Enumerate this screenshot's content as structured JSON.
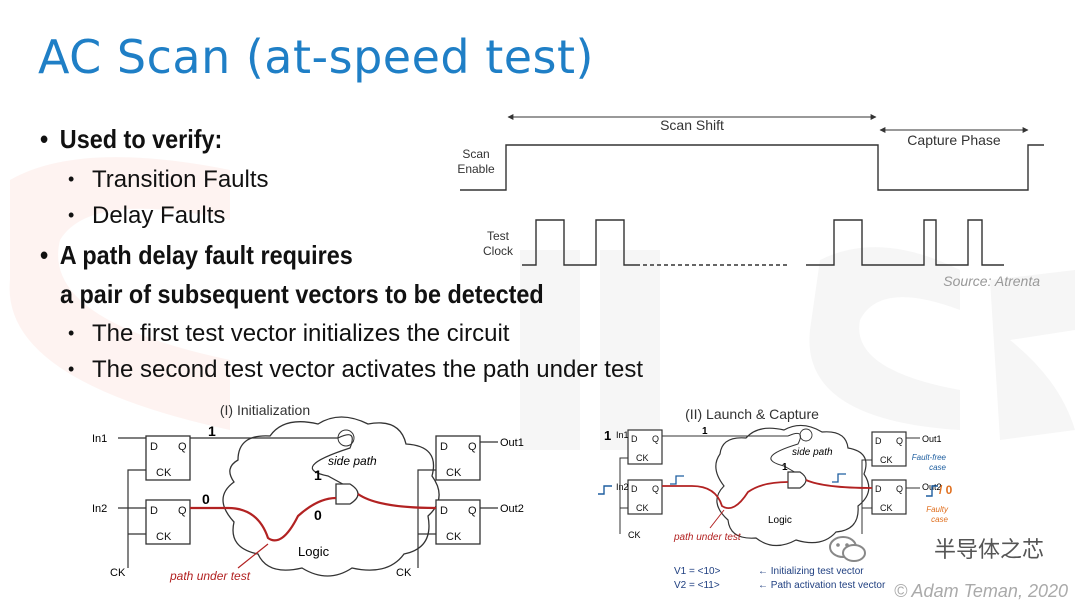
{
  "slide": {
    "title": "AC Scan (at-speed test)",
    "bullets": [
      {
        "text": "Used to verify:",
        "subs": [
          "Transition Faults",
          "Delay Faults"
        ]
      },
      {
        "text": "A path delay fault requires",
        "cont": "a pair of subsequent vectors to be detected",
        "subs": [
          "The first test vector initializes the circuit",
          "The second test vector activates the path under test"
        ]
      }
    ]
  },
  "timing": {
    "scan_shift": "Scan Shift",
    "capture_phase": "Capture Phase",
    "scan_enable": [
      "Scan",
      "Enable"
    ],
    "test_clock": [
      "Test",
      "Clock"
    ],
    "source": "Source: Atrenta"
  },
  "diagram1": {
    "caption": "(I) Initialization",
    "in1": "In1",
    "in2": "In2",
    "out1": "Out1",
    "out2": "Out2",
    "ck": "CK",
    "d": "D",
    "q": "Q",
    "val_top": "1",
    "val_gate_in": "1",
    "val_in2": "0",
    "val_out": "0",
    "side_path": "side path",
    "logic": "Logic",
    "path_under_test": "path under test"
  },
  "diagram2": {
    "caption": "(II) Launch & Capture",
    "in1": "In1",
    "in2": "In2",
    "out1": "Out1",
    "out2": "Out2",
    "ck": "CK",
    "d": "D",
    "q": "Q",
    "val_in1": "1",
    "val_top": "1",
    "val_gate": "1",
    "val_fault": "/ 0",
    "side_path": "side path",
    "logic": "Logic",
    "path_under_test": "path under test",
    "fault_free": [
      "Fault-free",
      "case"
    ],
    "faulty": [
      "Faulty",
      "case"
    ],
    "v1": "V1 = <10>",
    "v1_note": "← Initializing test vector",
    "v2": "V2 = <11>",
    "v2_note": "← Path activation test vector"
  },
  "footer": {
    "credit": "© Adam Teman, 2020",
    "brand": "半导体之芯"
  },
  "colors": {
    "title": "#1f7fc6",
    "path": "#b22222",
    "fault": "#e07020",
    "blue_note": "#1f5fa0"
  }
}
